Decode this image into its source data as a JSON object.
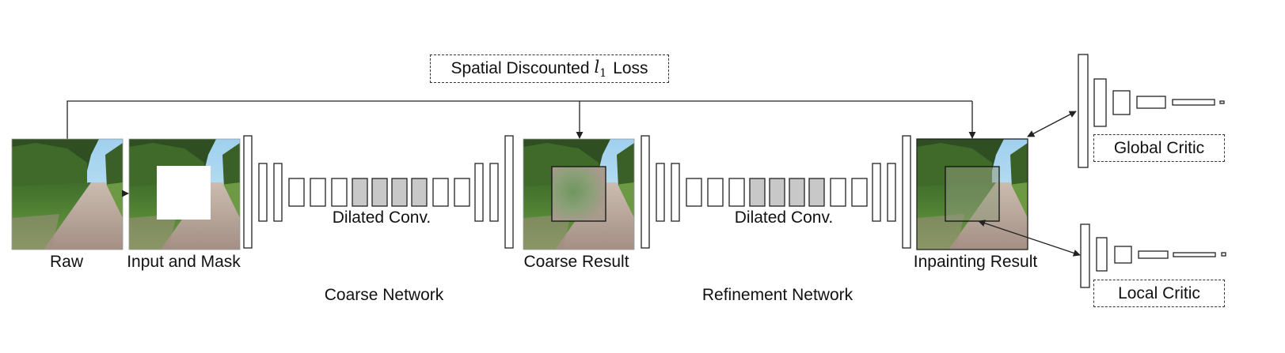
{
  "loss_box": {
    "prefix": "Spatial Discounted",
    "symbol": "l",
    "subscript": "1",
    "suffix": "Loss"
  },
  "images": {
    "raw": "Raw",
    "input_mask": "Input and Mask",
    "coarse_result": "Coarse Result",
    "inpainting_result": "Inpainting Result"
  },
  "networks": {
    "coarse": {
      "title": "Coarse Network",
      "dilated_label": "Dilated Conv."
    },
    "refinement": {
      "title": "Refinement Network",
      "dilated_label": "Dilated Conv."
    }
  },
  "critics": {
    "global": "Global Critic",
    "local": "Local Critic"
  },
  "colors": {
    "stroke": "#222222",
    "dilated_fill": "#c8c8c8",
    "sky": "#a9d6ee",
    "grass": "#5b8f3a",
    "road": "#b8a79a"
  }
}
